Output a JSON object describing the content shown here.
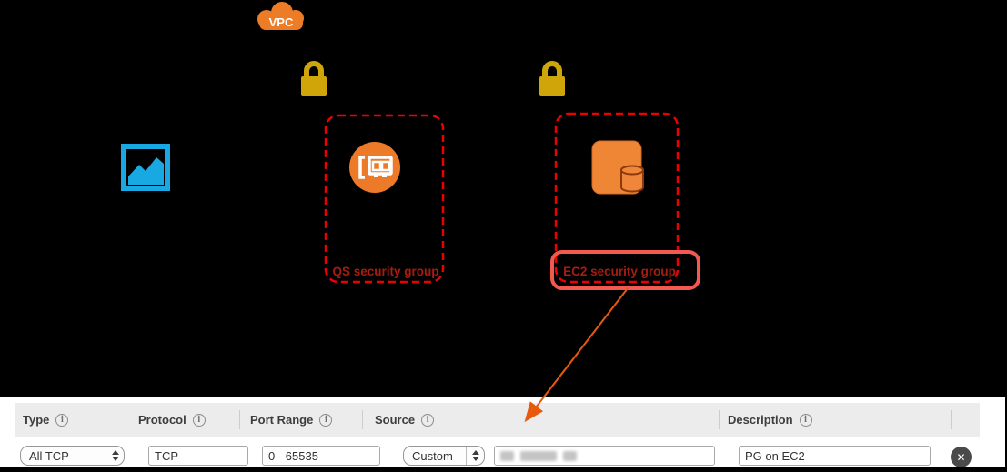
{
  "diagram": {
    "vpc_cloud": {
      "label": "VPC"
    },
    "qs_security_group": {
      "label": "QS security group"
    },
    "ec2_security_group": {
      "label": "EC2 security group"
    },
    "colors": {
      "aws_orange": "#EC7C25",
      "lock_gold": "#CFA50A",
      "quicksight_blue": "#18A9E2",
      "eni_circle_orange": "#ED7A28",
      "ec2_square_orange": "#EF8636",
      "dashed_red": "#EE0000",
      "group_label_red": "#A61D11",
      "highlight_red": "#F25951",
      "arrow_orange": "#E8590C"
    }
  },
  "rule_table": {
    "columns": [
      {
        "key": "type",
        "label": "Type"
      },
      {
        "key": "protocol",
        "label": "Protocol"
      },
      {
        "key": "port_range",
        "label": "Port Range"
      },
      {
        "key": "source",
        "label": "Source"
      },
      {
        "key": "description",
        "label": "Description"
      }
    ],
    "row": {
      "type_selected": "All TCP",
      "protocol_value": "TCP",
      "port_range_value": "0 - 65535",
      "source_selected": "Custom",
      "source_value": "",
      "source_value_redacted": true,
      "description_value": "PG on EC2"
    }
  }
}
